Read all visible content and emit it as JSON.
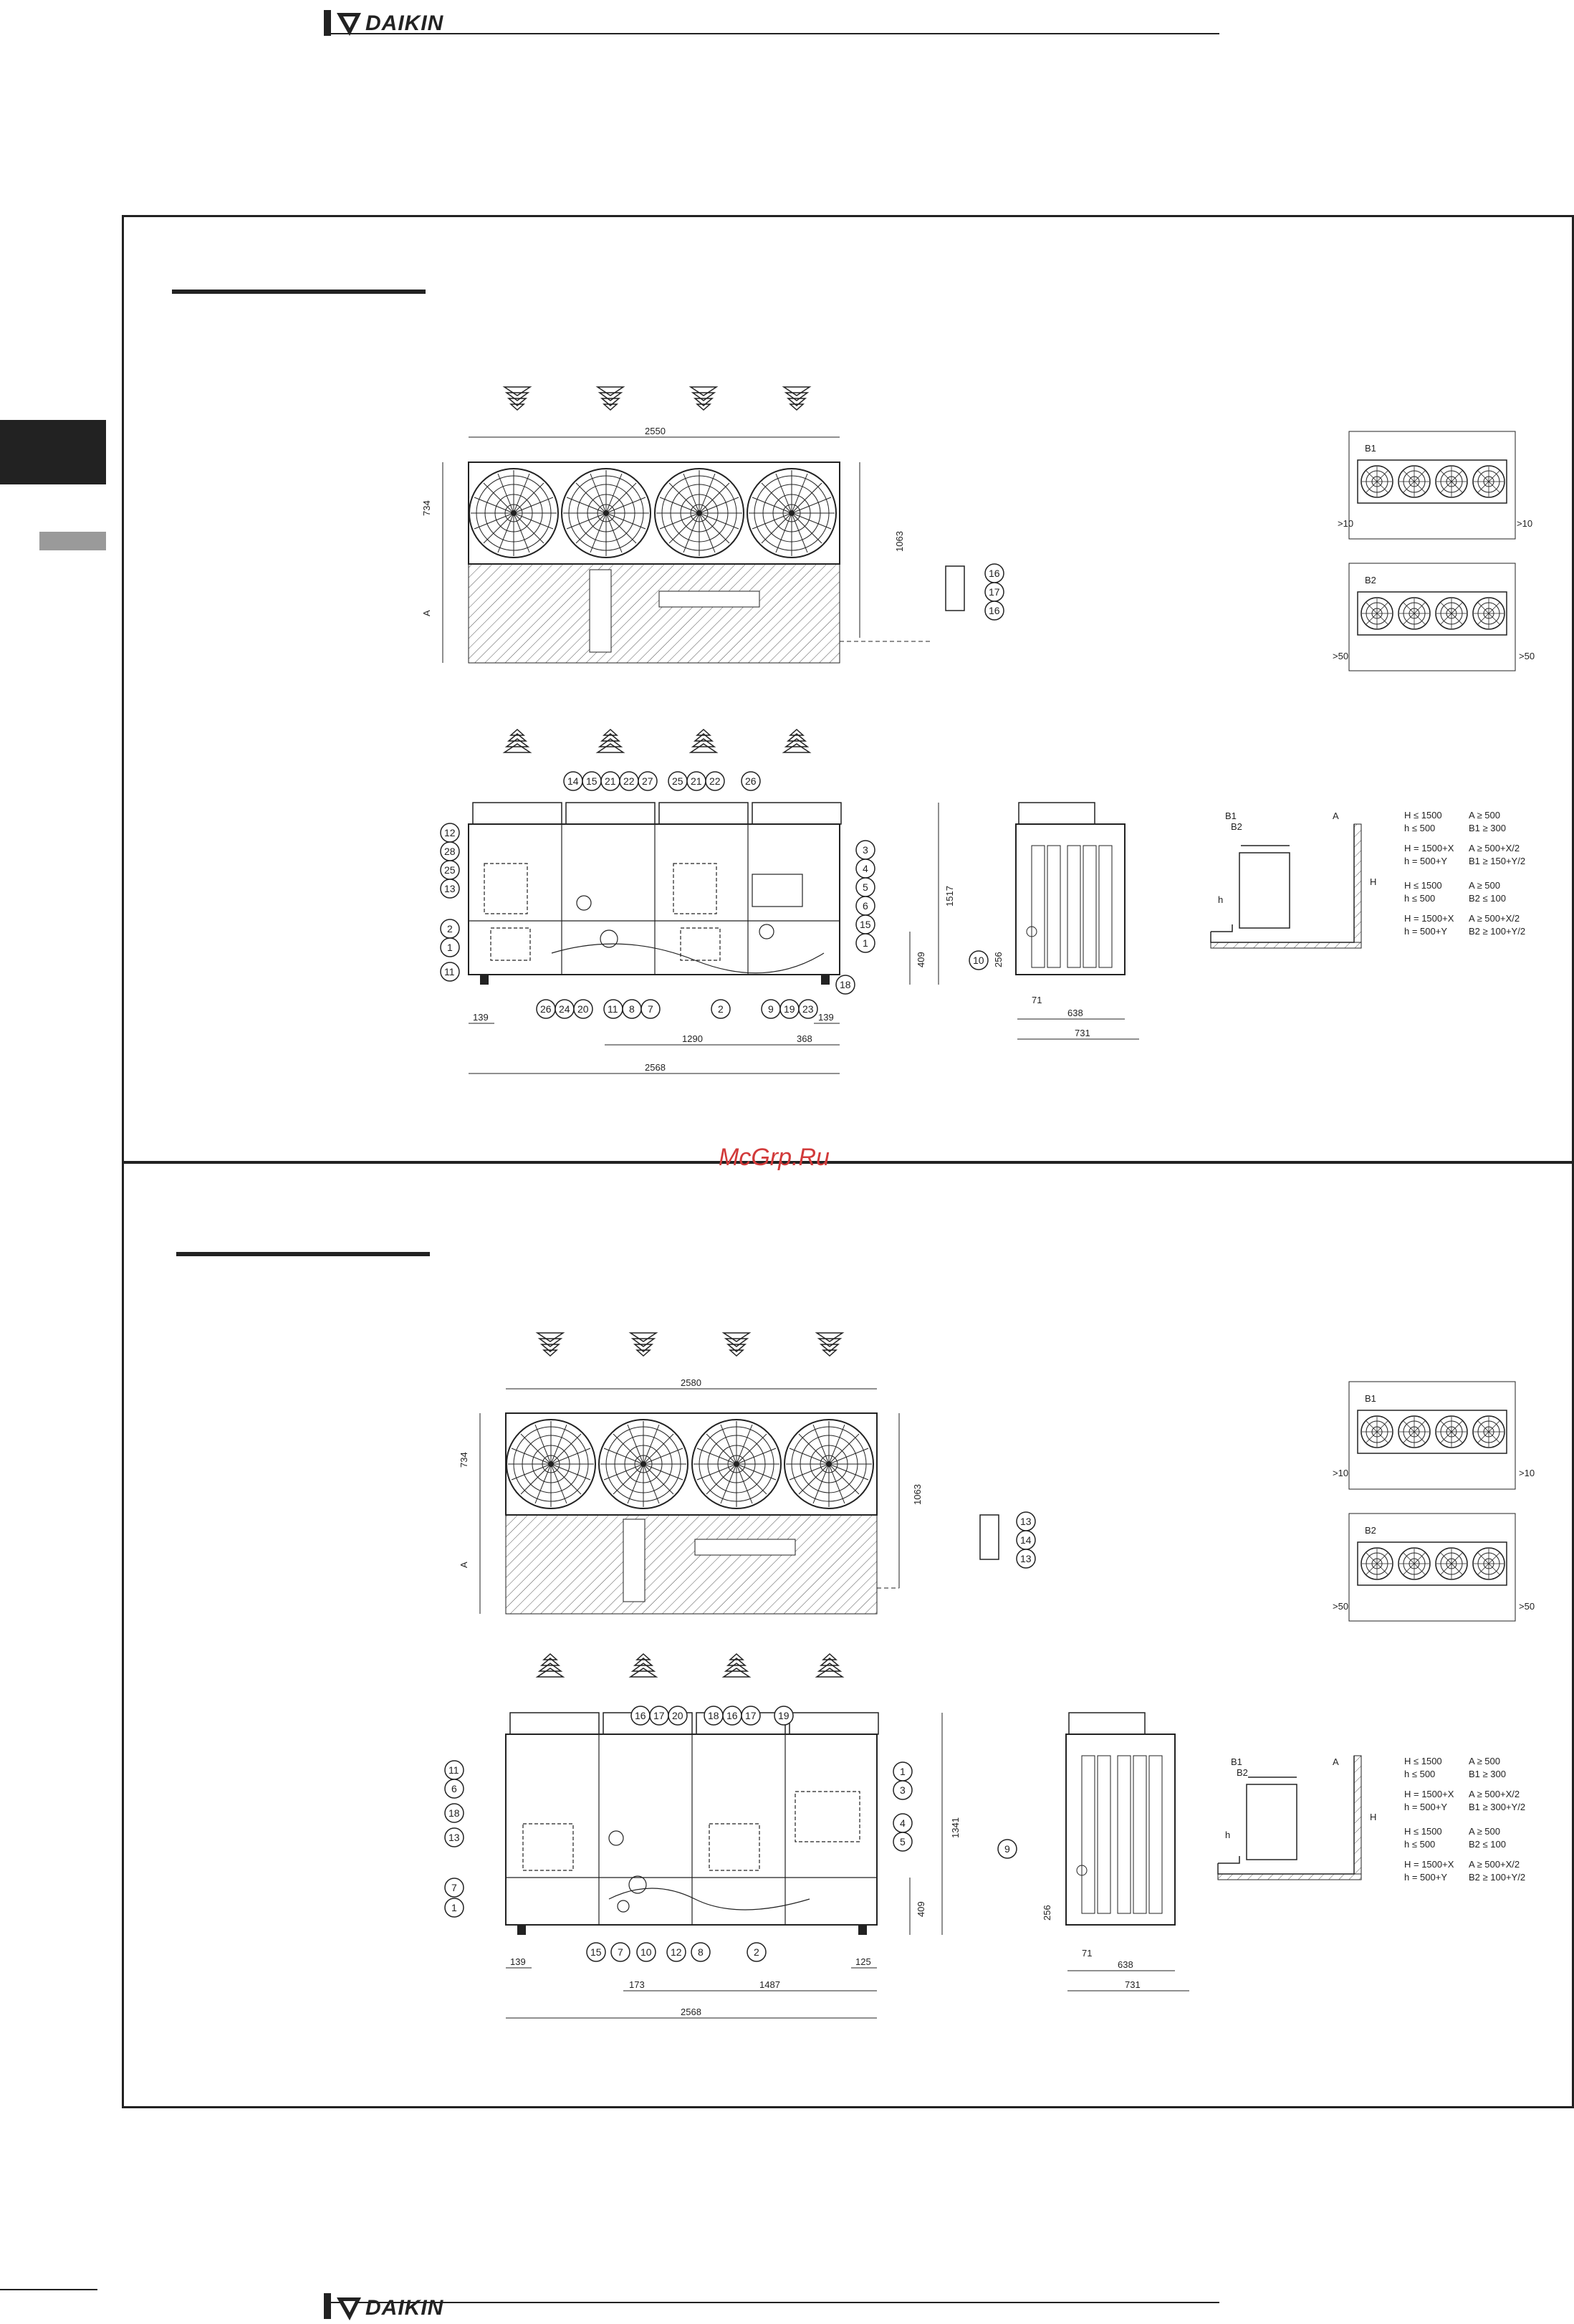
{
  "header": {
    "brand": "DAIKIN"
  },
  "footer": {
    "brand": "DAIKIN"
  },
  "watermark": "McGrp.Ru",
  "colors": {
    "line": "#222222",
    "tab_dark": "#222222",
    "tab_grey": "#9a9a9a",
    "watermark": "#d23a3a"
  },
  "icons": {
    "brand_logo": "daikin-logo-icon",
    "airflow": "airflow-arrow-icon",
    "fan": "fan-grille-icon"
  },
  "diagram1": {
    "top_width": "2550",
    "side_height_top": "734",
    "side_label_a": "A",
    "right_height": "1063",
    "top_callouts": [
      "16",
      "17",
      "16"
    ],
    "front_width": "2568",
    "front_span": "1290",
    "front_right": "368",
    "front_left_foot": "139",
    "front_right_foot": "139",
    "front_base": "409",
    "front_height": "1517",
    "front_callouts_top": [
      "14",
      "15",
      "21",
      "22",
      "27",
      "25",
      "21",
      "22",
      "26"
    ],
    "front_callouts_left": [
      "12",
      "28",
      "25",
      "13",
      "2",
      "1",
      "11"
    ],
    "front_callouts_right": [
      "3",
      "4",
      "5",
      "6",
      "15",
      "1",
      "18"
    ],
    "front_callouts_bottom": [
      "26",
      "24",
      "20",
      "11",
      "8",
      "7",
      "2",
      "9",
      "19",
      "23"
    ],
    "side_callout": "10",
    "side_dims": [
      "256",
      "71",
      "638",
      "731"
    ],
    "plan_b1": "B1",
    "plan_b2": "B2",
    "plan_notes_1": [
      ">10",
      ">10"
    ],
    "plan_notes_2": [
      ">50",
      ">50"
    ],
    "install_labels": [
      "B1",
      "B2",
      "A",
      "H",
      "h"
    ],
    "rules": [
      [
        "H ≤ 1500",
        "A ≥ 500"
      ],
      [
        "h ≤ 500",
        "B1 ≥ 300"
      ],
      [
        "H = 1500+X",
        "A ≥ 500+X/2"
      ],
      [
        "h = 500+Y",
        "B1 ≥ 150+Y/2"
      ],
      [
        "H ≤ 1500",
        "A ≥ 500"
      ],
      [
        "h ≤ 500",
        "B2 ≤ 100"
      ],
      [
        "H = 1500+X",
        "A ≥ 500+X/2"
      ],
      [
        "h = 500+Y",
        "B2 ≥ 100+Y/2"
      ]
    ]
  },
  "diagram2": {
    "top_width": "2580",
    "side_height_top": "734",
    "side_label_a": "A",
    "right_height": "1063",
    "top_callouts": [
      "13",
      "14",
      "13"
    ],
    "front_width": "2568",
    "front_span": "1487",
    "front_mid": "173",
    "front_left_foot": "139",
    "front_right_foot": "125",
    "front_base": "409",
    "front_height": "1341",
    "front_callouts_top": [
      "16",
      "17",
      "20",
      "18",
      "16",
      "17",
      "19"
    ],
    "front_callouts_left": [
      "11",
      "6",
      "18",
      "13",
      "7",
      "1"
    ],
    "front_callouts_right": [
      "1",
      "3",
      "4",
      "5"
    ],
    "front_callouts_bottom": [
      "15",
      "7",
      "10",
      "12",
      "8",
      "2"
    ],
    "side_callout": "9",
    "side_dims": [
      "256",
      "71",
      "638",
      "731"
    ],
    "plan_b1": "B1",
    "plan_b2": "B2",
    "plan_notes_1": [
      ">10",
      ">10"
    ],
    "plan_notes_2": [
      ">50",
      ">50"
    ],
    "install_labels": [
      "B1",
      "B2",
      "A",
      "H",
      "h"
    ],
    "rules": [
      [
        "H ≤ 1500",
        "A ≥ 500"
      ],
      [
        "h ≤ 500",
        "B1 ≥ 300"
      ],
      [
        "H = 1500+X",
        "A ≥ 500+X/2"
      ],
      [
        "h = 500+Y",
        "B1 ≥ 300+Y/2"
      ],
      [
        "H ≤ 1500",
        "A ≥ 500"
      ],
      [
        "h ≤ 500",
        "B2 ≤ 100"
      ],
      [
        "H = 1500+X",
        "A ≥ 500+X/2"
      ],
      [
        "h = 500+Y",
        "B2 ≥ 100+Y/2"
      ]
    ]
  }
}
